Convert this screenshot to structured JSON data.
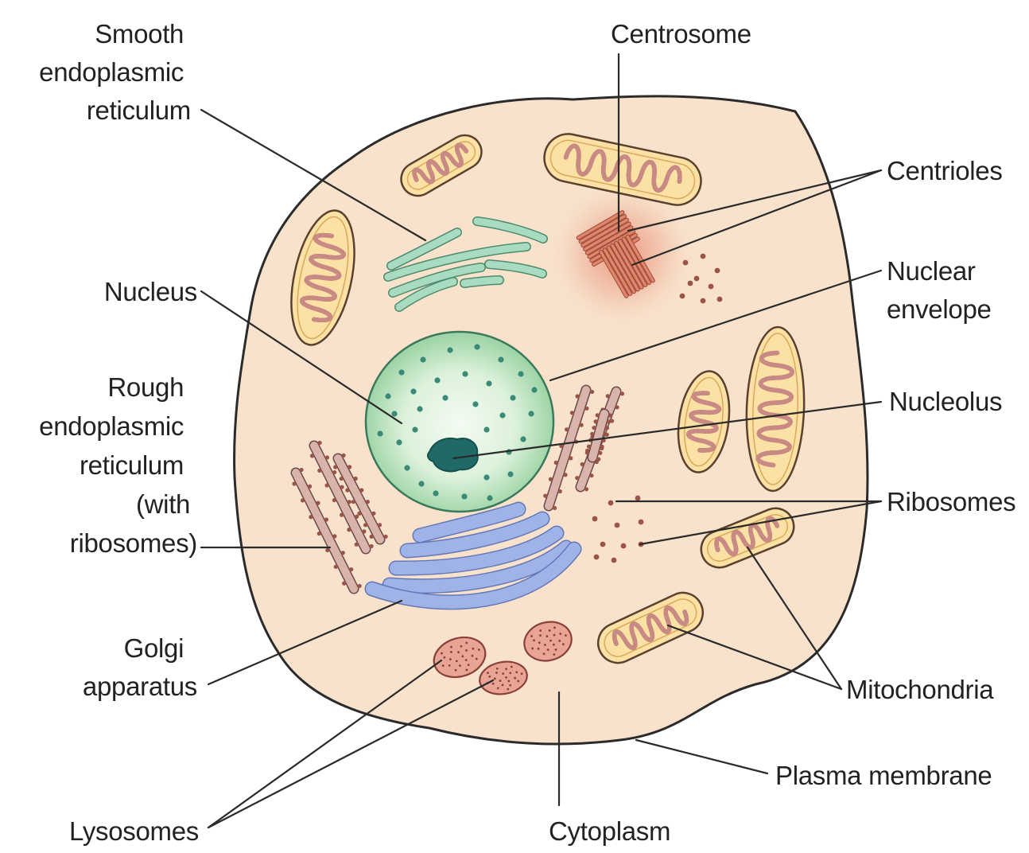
{
  "labels": {
    "smooth_er": [
      "Smooth",
      "endoplasmic",
      "reticulum"
    ],
    "centrosome": [
      "Centrosome"
    ],
    "centrioles": [
      "Centrioles"
    ],
    "nucleus": [
      "Nucleus"
    ],
    "nuclear_envelope": [
      "Nuclear",
      "envelope"
    ],
    "rough_er": [
      "Rough",
      "endoplasmic",
      "reticulum",
      "(with",
      "ribosomes)"
    ],
    "nucleolus": [
      "Nucleolus"
    ],
    "ribosomes": [
      "Ribosomes"
    ],
    "golgi": [
      "Golgi",
      "apparatus"
    ],
    "mitochondria": [
      "Mitochondria"
    ],
    "plasma_membrane": [
      "Plasma membrane"
    ],
    "lysosomes": [
      "Lysosomes"
    ],
    "cytoplasm": [
      "Cytoplasm"
    ]
  },
  "colors": {
    "cell_fill": "#f8e2cc",
    "cell_outline": "#2b2b2b",
    "mito_fill": "#fbe1a4",
    "mito_inner": "#c98a86",
    "smooth_er": "#a8dcc0",
    "centrosome": "#e0866c",
    "nucleus": "#bfe6c6",
    "nucleus_dots": "#3b8a78",
    "nucleolus": "#1f6a66",
    "rough_er": "#d9b4ac",
    "golgi": "#9fb3e8",
    "lysosome": "#e8a494",
    "ribosome": "#9a5448"
  }
}
